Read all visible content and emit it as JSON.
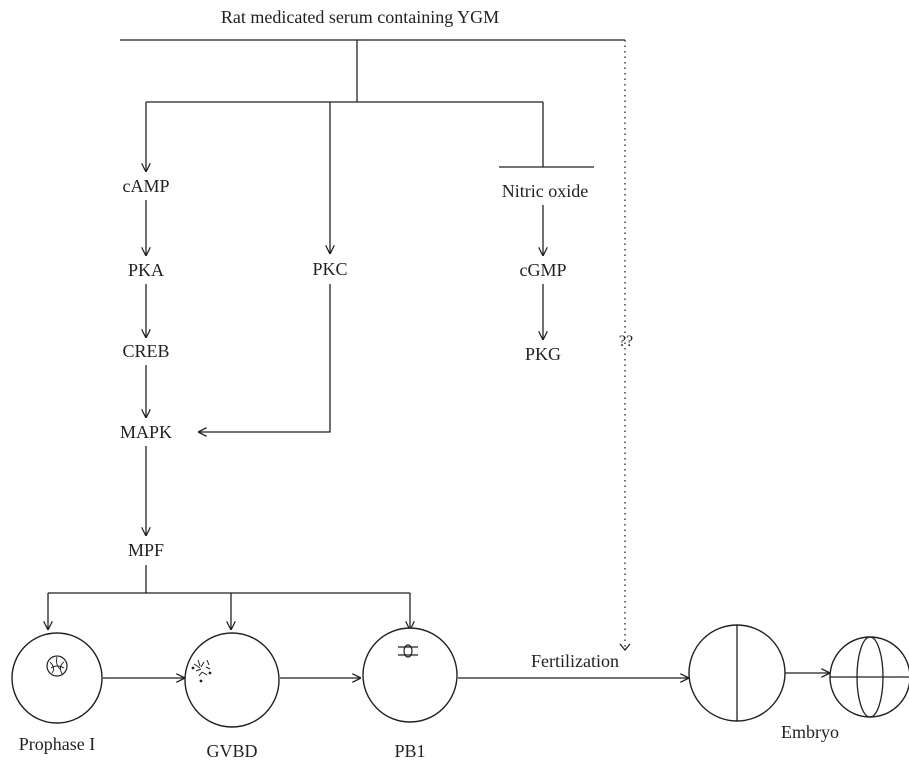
{
  "labels": {
    "source": "Rat medicated serum containing YGM",
    "camp": "cAMP",
    "pka": "PKA",
    "creb": "CREB",
    "mapk": "MAPK",
    "mpf": "MPF",
    "pkc": "PKC",
    "nitric_oxide": "Nitric oxide",
    "cgmp": "cGMP",
    "pkg": "PKG",
    "unknown": "??",
    "fertilization": "Fertilization",
    "prophase": "Prophase I",
    "gvbd": "GVBD",
    "pb1": "PB1",
    "embryo": "Embryo"
  }
}
